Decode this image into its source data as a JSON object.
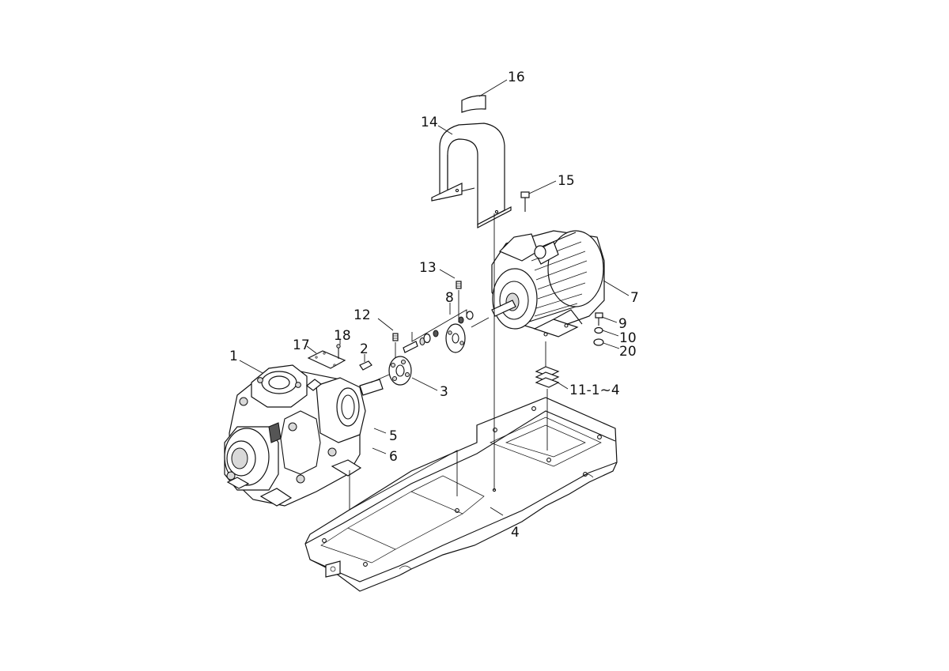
{
  "colors": {
    "line": "#111111",
    "background": "#ffffff",
    "shade": "#d9d9d9"
  },
  "callouts": [
    {
      "id": "1",
      "label": "1"
    },
    {
      "id": "2",
      "label": "2"
    },
    {
      "id": "3",
      "label": "3"
    },
    {
      "id": "4",
      "label": "4"
    },
    {
      "id": "5",
      "label": "5"
    },
    {
      "id": "6",
      "label": "6"
    },
    {
      "id": "7",
      "label": "7"
    },
    {
      "id": "8",
      "label": "8"
    },
    {
      "id": "9",
      "label": "9"
    },
    {
      "id": "10",
      "label": "10"
    },
    {
      "id": "11",
      "label": "11-1~4"
    },
    {
      "id": "12",
      "label": "12"
    },
    {
      "id": "13",
      "label": "13"
    },
    {
      "id": "14",
      "label": "14"
    },
    {
      "id": "15",
      "label": "15"
    },
    {
      "id": "16",
      "label": "16"
    },
    {
      "id": "17",
      "label": "17"
    },
    {
      "id": "18",
      "label": "18"
    },
    {
      "id": "20",
      "label": "20"
    }
  ]
}
